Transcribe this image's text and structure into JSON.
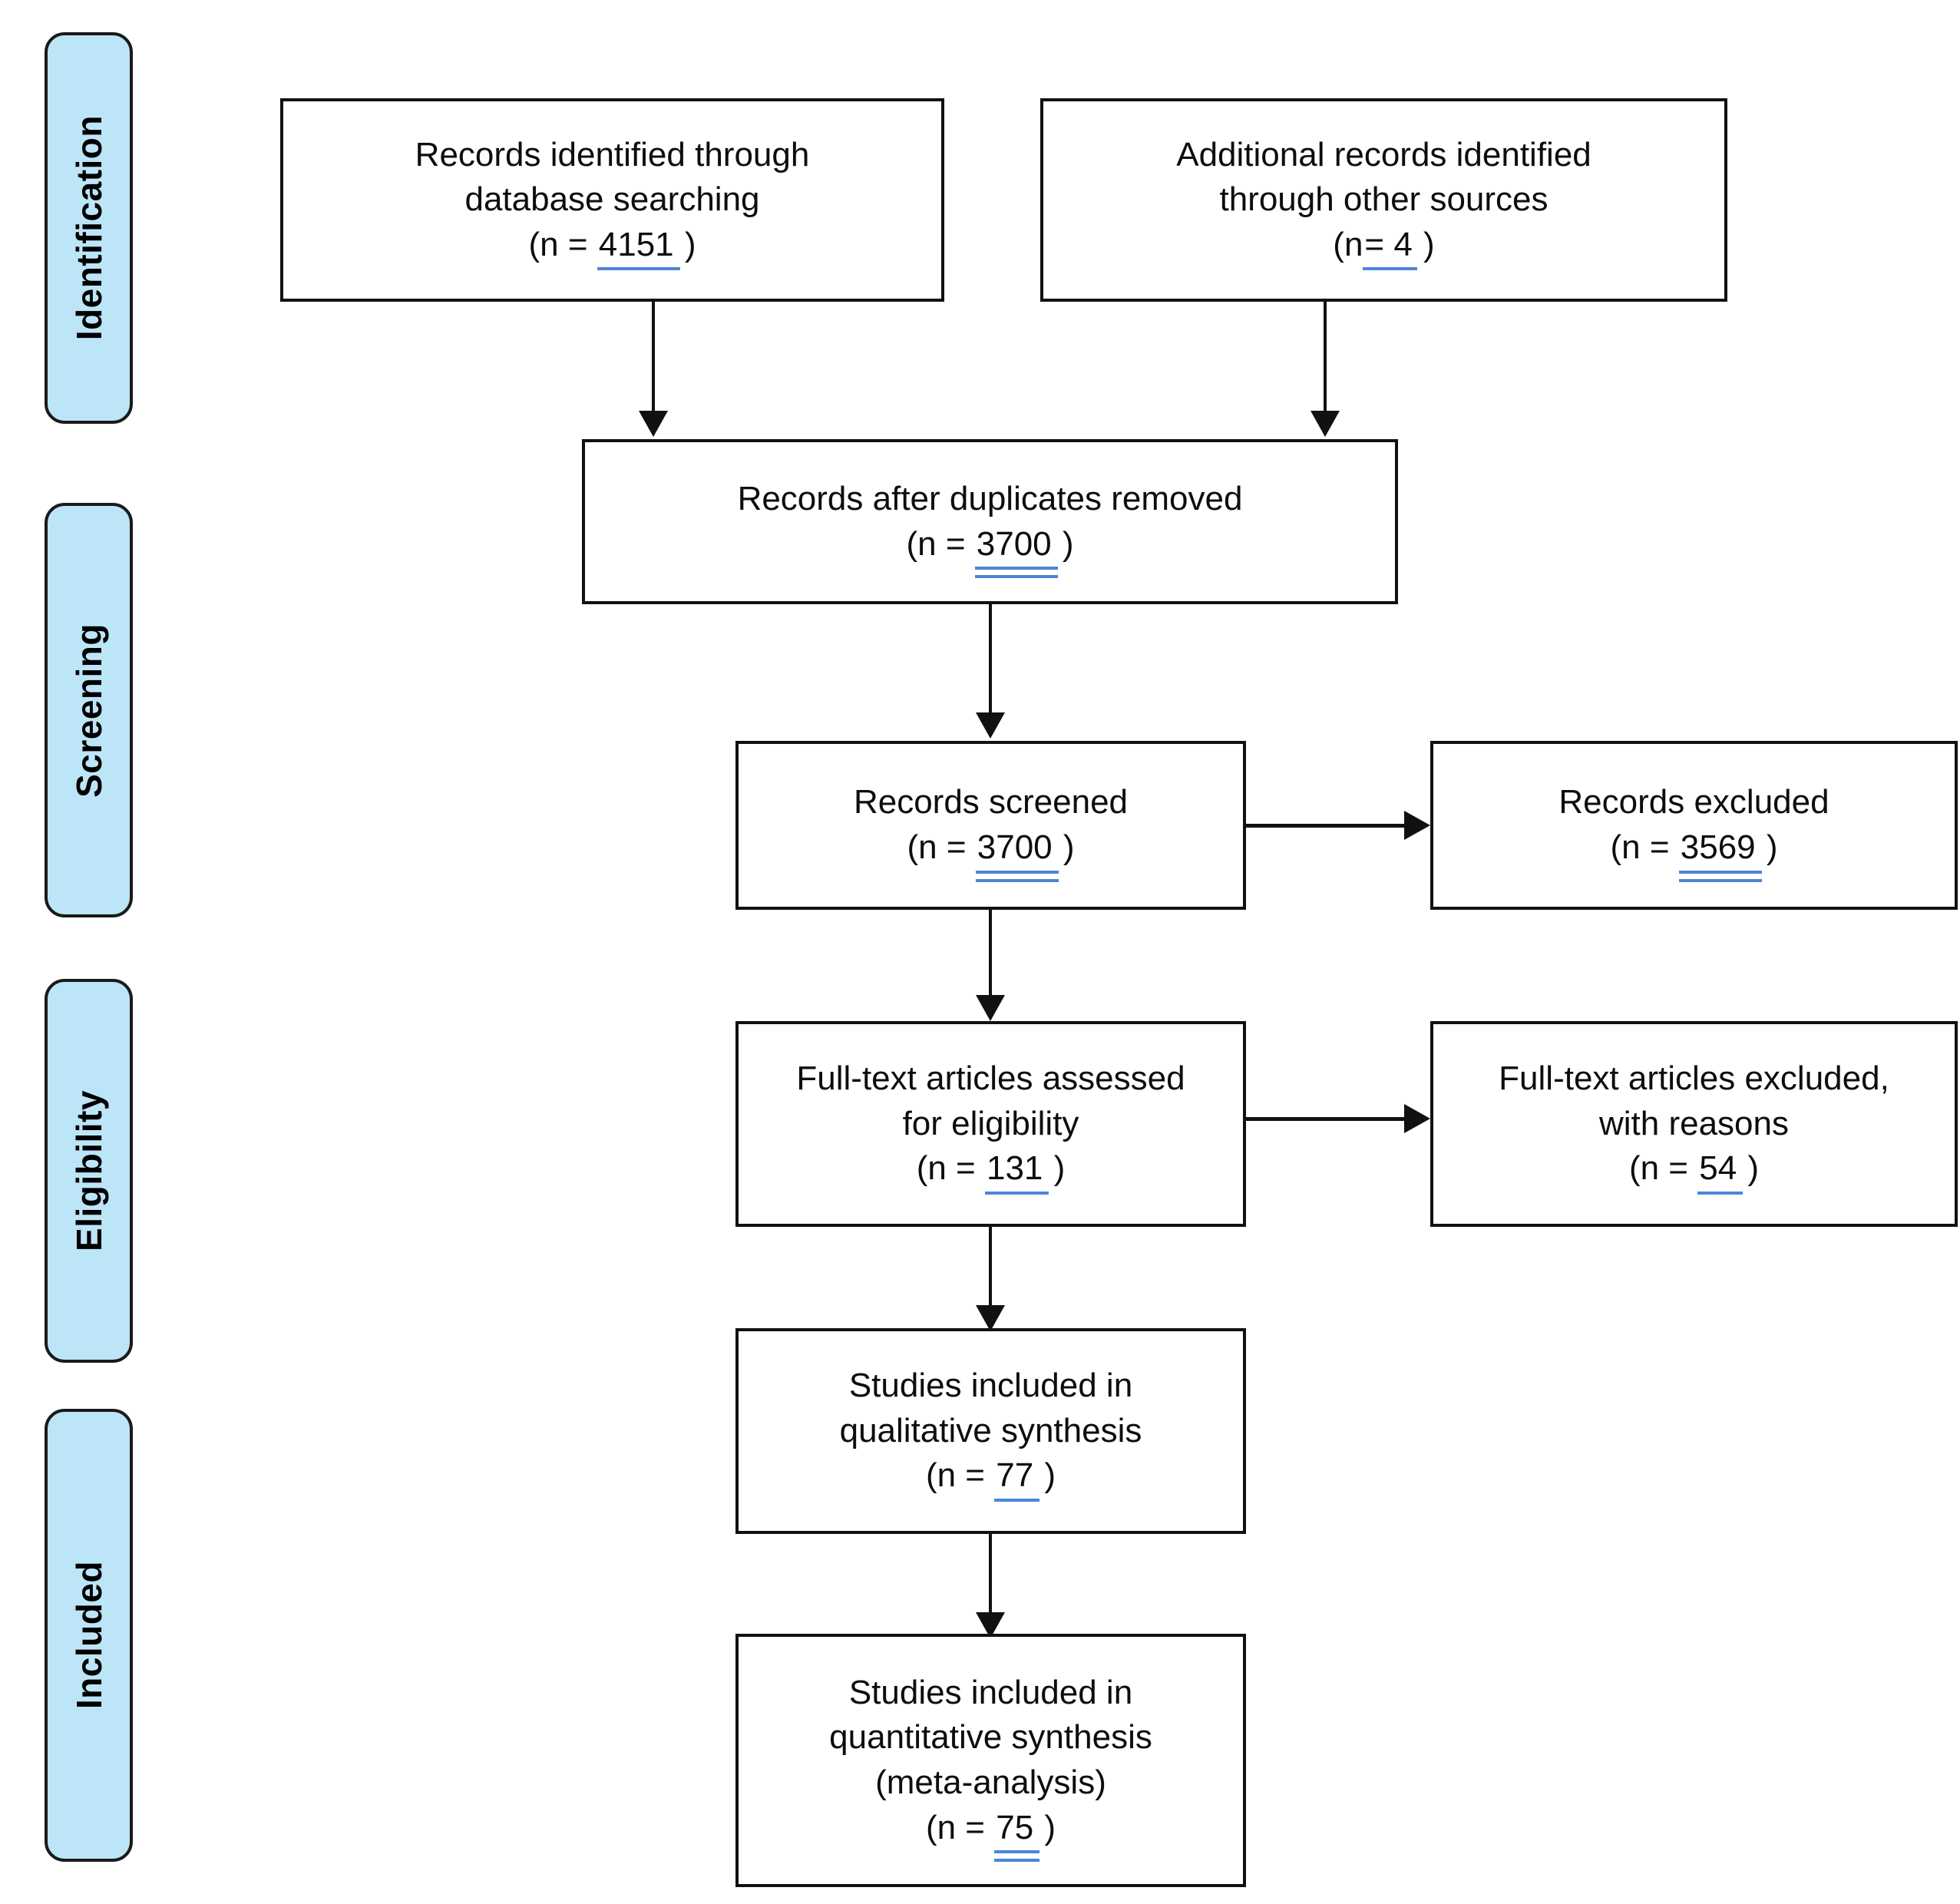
{
  "diagram": {
    "title": "PRISMA flow diagram",
    "accent_blue": "#BDE5F8",
    "underline_blue": "#4A86D8",
    "border_color": "#111111"
  },
  "stages": [
    {
      "id": "identification",
      "label": "Identification"
    },
    {
      "id": "screening",
      "label": "Screening"
    },
    {
      "id": "eligibility",
      "label": "Eligibility"
    },
    {
      "id": "included",
      "label": "Included"
    }
  ],
  "boxes": {
    "db_search": {
      "line1": "Records identified through",
      "line2": "database searching",
      "n_prefix": "(n = ",
      "n_value": "4151",
      "n_suffix": " )"
    },
    "other_sources": {
      "line1": "Additional records identified",
      "line2": "through other sources",
      "n_prefix": "(n",
      "n_value": "=  4",
      "n_suffix": " )"
    },
    "duplicates_removed": {
      "line1": "Records after duplicates removed",
      "n_prefix": "(n = ",
      "n_value": "3700",
      "n_suffix": " )"
    },
    "records_screened": {
      "line1": "Records screened",
      "n_prefix": "(n = ",
      "n_value": "3700",
      "n_suffix": " )"
    },
    "records_excluded": {
      "line1": "Records excluded",
      "n_prefix": "(n = ",
      "n_value": "3569",
      "n_suffix": " )"
    },
    "fulltext_assessed": {
      "line1": "Full-text articles assessed",
      "line2": "for eligibility",
      "n_prefix": "(n = ",
      "n_value": "131",
      "n_suffix": " )"
    },
    "fulltext_excluded": {
      "line1": "Full-text articles excluded,",
      "line2": "with reasons",
      "n_prefix": "(n = ",
      "n_value": "54",
      "n_suffix": " )"
    },
    "qualitative": {
      "line1": "Studies included in",
      "line2": "qualitative synthesis",
      "n_prefix": "(n = ",
      "n_value": "77",
      "n_suffix": " )"
    },
    "quantitative": {
      "line1": "Studies included in",
      "line2": "quantitative synthesis",
      "line3": "(meta-analysis)",
      "n_prefix": "(n = ",
      "n_value": "75",
      "n_suffix": " )"
    }
  },
  "chart_data": {
    "type": "flowchart",
    "title": "PRISMA flow diagram",
    "nodes": [
      {
        "id": "db_search",
        "stage": "Identification",
        "label": "Records identified through database searching",
        "n": 4151
      },
      {
        "id": "other_sources",
        "stage": "Identification",
        "label": "Additional records identified through other sources",
        "n": 4
      },
      {
        "id": "duplicates_removed",
        "stage": "Screening",
        "label": "Records after duplicates removed",
        "n": 3700
      },
      {
        "id": "records_screened",
        "stage": "Screening",
        "label": "Records screened",
        "n": 3700
      },
      {
        "id": "records_excluded",
        "stage": "Screening",
        "label": "Records excluded",
        "n": 3569
      },
      {
        "id": "fulltext_assessed",
        "stage": "Eligibility",
        "label": "Full-text articles assessed for eligibility",
        "n": 131
      },
      {
        "id": "fulltext_excluded",
        "stage": "Eligibility",
        "label": "Full-text articles excluded, with reasons",
        "n": 54
      },
      {
        "id": "qualitative",
        "stage": "Included",
        "label": "Studies included in qualitative synthesis",
        "n": 77
      },
      {
        "id": "quantitative",
        "stage": "Included",
        "label": "Studies included in quantitative synthesis (meta-analysis)",
        "n": 75
      }
    ],
    "edges": [
      {
        "from": "db_search",
        "to": "duplicates_removed",
        "direction": "down"
      },
      {
        "from": "other_sources",
        "to": "duplicates_removed",
        "direction": "down"
      },
      {
        "from": "duplicates_removed",
        "to": "records_screened",
        "direction": "down"
      },
      {
        "from": "records_screened",
        "to": "records_excluded",
        "direction": "right"
      },
      {
        "from": "records_screened",
        "to": "fulltext_assessed",
        "direction": "down"
      },
      {
        "from": "fulltext_assessed",
        "to": "fulltext_excluded",
        "direction": "right"
      },
      {
        "from": "fulltext_assessed",
        "to": "qualitative",
        "direction": "down"
      },
      {
        "from": "qualitative",
        "to": "quantitative",
        "direction": "down"
      }
    ]
  }
}
